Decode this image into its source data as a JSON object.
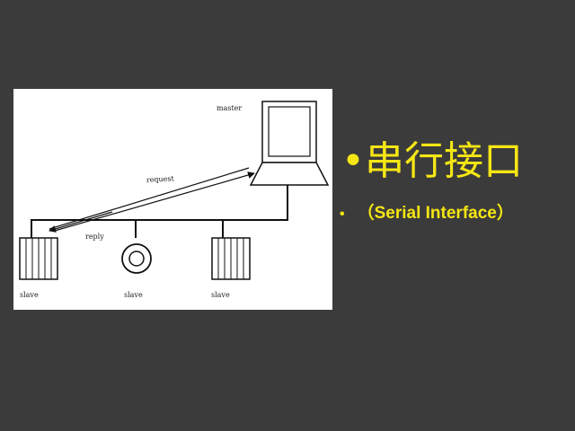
{
  "diagram": {
    "labels": {
      "master": "master",
      "request": "request",
      "reply": "reply",
      "slave_left": "slave",
      "slave_middle": "slave",
      "slave_right": "slave"
    }
  },
  "bullets": [
    {
      "marker": "•",
      "text": "串行接口"
    },
    {
      "marker": "•",
      "text": "（Serial Interface）"
    }
  ],
  "colors": {
    "background": "#3b3b3b",
    "panel": "#ffffff",
    "accent_text": "#f5e614",
    "line": "#111111"
  }
}
